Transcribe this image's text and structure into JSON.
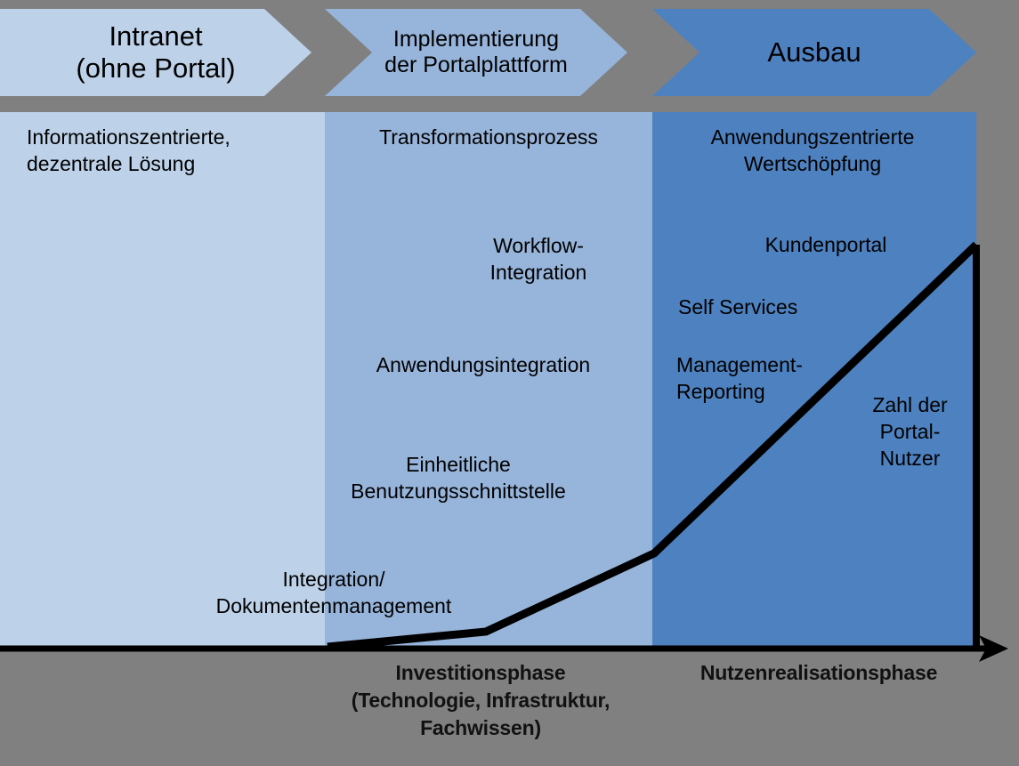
{
  "meta": {
    "background_color": "#808080",
    "text_color": "#000000",
    "curve_color": "#000000"
  },
  "phases": [
    {
      "id": "intranet",
      "header": "Intranet\n(ohne Portal)",
      "color": "#bdd1e8"
    },
    {
      "id": "implementierung",
      "header": "Implementierung\nder Portalplattform",
      "color": "#97b4da"
    },
    {
      "id": "ausbau",
      "header": "Ausbau",
      "color": "#4e81bf"
    }
  ],
  "captions": [
    {
      "id": "informationszentriert",
      "text": "Informationszentrierte,\ndezentrale Lösung"
    },
    {
      "id": "transformationsprozess",
      "text": "Transformationsprozess"
    },
    {
      "id": "anwendungszentriert",
      "text": "Anwendungszentrierte\nWertschöpfung"
    },
    {
      "id": "workflow-integration",
      "text": "Workflow-\nIntegration"
    },
    {
      "id": "kundenportal",
      "text": "Kundenportal"
    },
    {
      "id": "self-services",
      "text": "Self Services"
    },
    {
      "id": "anwendungsintegration",
      "text": "Anwendungsintegration"
    },
    {
      "id": "management-reporting",
      "text": "Management-\nReporting"
    },
    {
      "id": "zahl-der-portal-nutzer",
      "text": "Zahl der\nPortal-\nNutzer"
    },
    {
      "id": "einheitliche-benutzungsschnittstelle",
      "text": "Einheitliche\nBenutzungsschnittstelle"
    },
    {
      "id": "integration-dokumentenmanagement",
      "text": "Integration/\nDokumentenmanagement"
    }
  ],
  "axis_labels": [
    {
      "id": "investitionsphase",
      "text": "Investitionsphase\n(Technologie, Infrastruktur,\nFachwissen)"
    },
    {
      "id": "nutzenrealisationsphase",
      "text": "Nutzenrealisationsphase"
    }
  ],
  "chart_data": {
    "type": "line",
    "title": "Zahl der Portal-Nutzer",
    "xlabel": "",
    "ylabel": "Zahl der Portal-Nutzer",
    "grid": false,
    "legend": "none",
    "series": [
      {
        "name": "Zahl der Portal-Nutzer",
        "points": [
          {
            "x": 368,
            "y": 727
          },
          {
            "x": 546,
            "y": 710
          },
          {
            "x": 735,
            "y": 622
          },
          {
            "x": 1097,
            "y": 275
          }
        ]
      }
    ],
    "phase_boundaries_x": [
      365,
      733,
      1097
    ],
    "baseline_y": 727,
    "annotations": [
      "Investitionsphase (Technologie, Infrastruktur, Fachwissen)",
      "Nutzenrealisationsphase"
    ]
  }
}
